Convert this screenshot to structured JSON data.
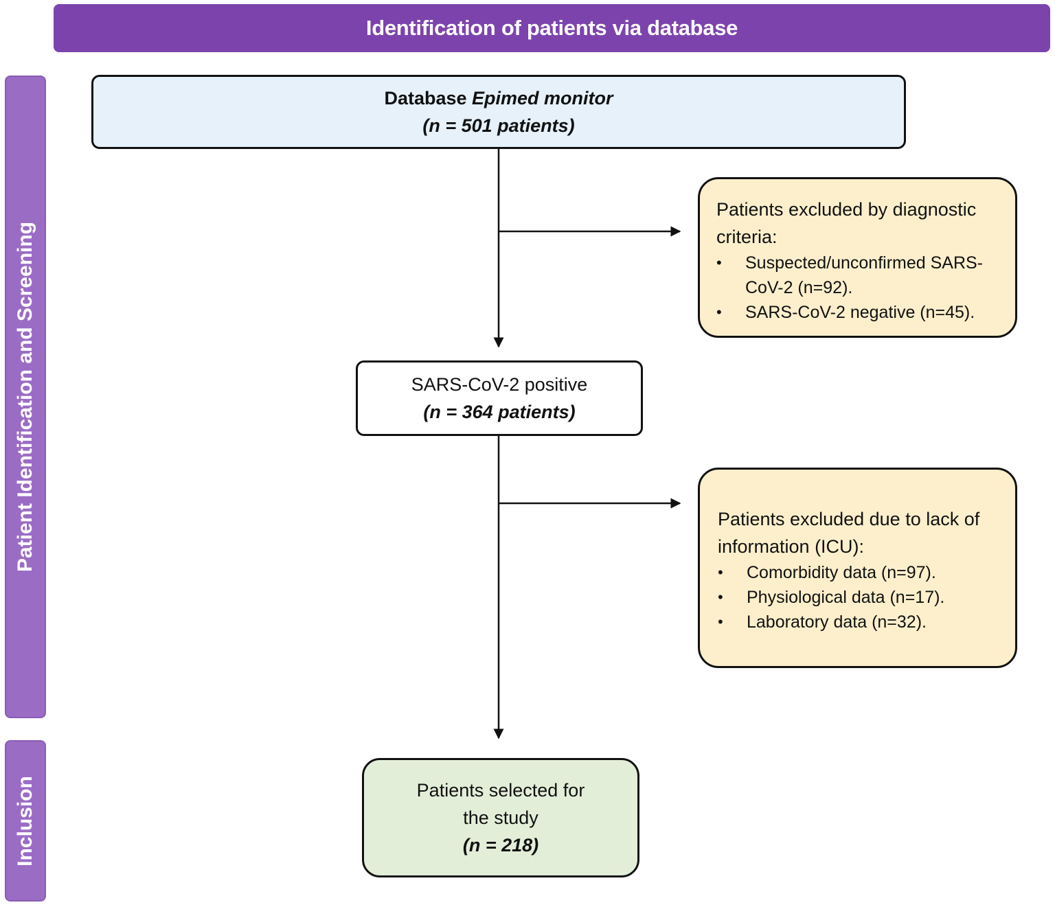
{
  "header": {
    "title": "Identification of patients via database"
  },
  "phases": {
    "screening": "Patient Identification and Screening",
    "inclusion": "Inclusion"
  },
  "database_box": {
    "prefix": "Database ",
    "name": "Epimed monitor",
    "count": "(n = 501 patients)"
  },
  "exclusion_1": {
    "heading": "Patients excluded by diagnostic criteria:",
    "items": [
      "Suspected/unconfirmed SARS-CoV-2 (n=92).",
      "SARS-CoV-2  negative (n=45)."
    ]
  },
  "positive_box": {
    "label": "SARS-CoV-2 positive",
    "count": "(n = 364 patients)"
  },
  "exclusion_2": {
    "heading": "Patients excluded due to lack of information (ICU):",
    "items": [
      "Comorbidity data (n=97).",
      "Physiological data (n=17).",
      "Laboratory data (n=32)."
    ]
  },
  "selected_box": {
    "label": "Patients selected for the study",
    "count": "(n = 218)"
  },
  "colors": {
    "header": "#7d43ad",
    "phase": "#9b6cc4",
    "database_fill": "#e6f1fa",
    "exclusion_fill": "#fdefcc",
    "selected_fill": "#e3eed8"
  }
}
